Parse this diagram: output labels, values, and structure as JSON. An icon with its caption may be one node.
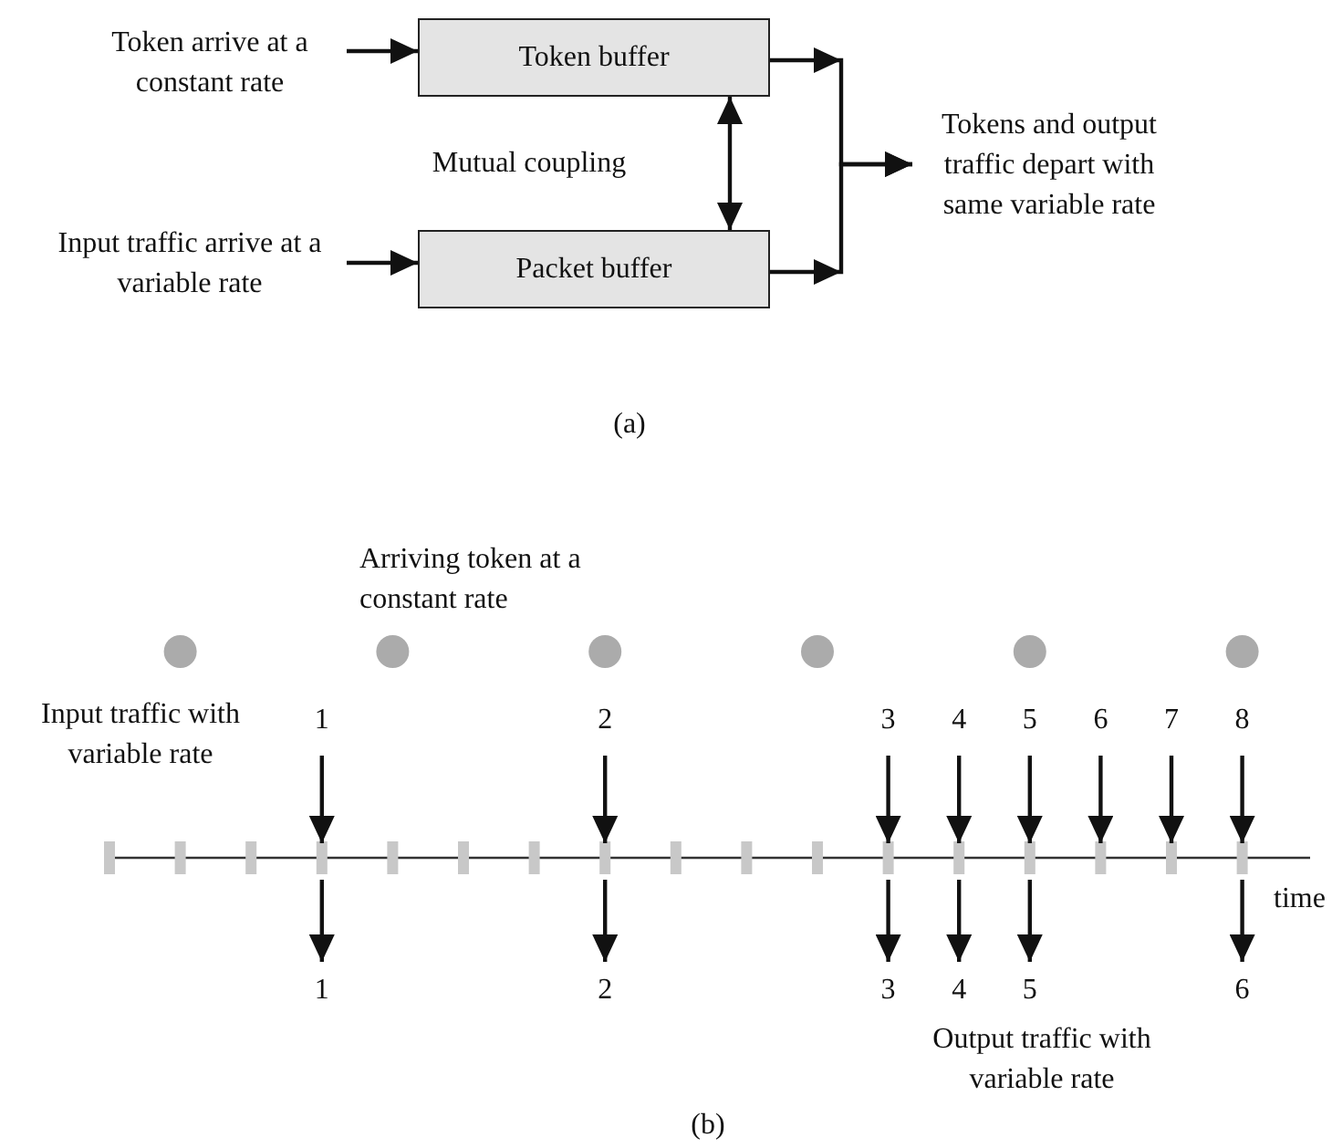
{
  "diagram": {
    "nodes": [
      {
        "text": [
          "Token arrive at a constant rate"
        ]
      },
      {
        "text": [
          "Token buffer"
        ]
      },
      {
        "text": [
          "Input traffic arrive at a variable rate"
        ]
      },
      {
        "text": [
          "Packet buffer"
        ]
      },
      {
        "text": [
          "Tokens and output traffic depart with same variable rate"
        ]
      }
    ],
    "edges": [
      {
        "from": 0,
        "to": 1,
        "arrow": "to"
      },
      {
        "from": 2,
        "to": 3,
        "arrow": "to"
      },
      {
        "from": 1,
        "to": 3,
        "arrow": "both"
      },
      {
        "from": 1,
        "to": 4,
        "arrow": "to"
      },
      {
        "from": 3,
        "to": 4,
        "arrow": "to"
      }
    ],
    "labels": [
      "Mutual coupling",
      "(a)",
      "Arriving token at a constant rate",
      "Input traffic with variable rate",
      "1",
      "2",
      "3",
      "4",
      "5",
      "6",
      "7",
      "8",
      "time",
      "1",
      "2",
      "3",
      "4",
      "5",
      "6",
      "Output traffic with variable rate",
      "(b)"
    ]
  }
}
